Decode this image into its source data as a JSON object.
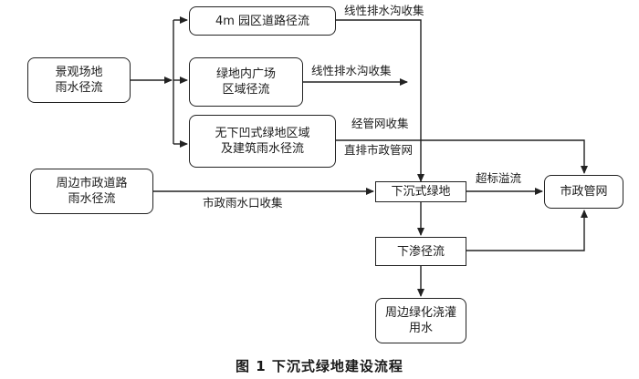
{
  "nodes": {
    "landscape_runoff": "景观场地\n雨水径流",
    "road_runoff": "4m 园区道路径流",
    "greenland_plaza_runoff": "绿地内广场\n区域径流",
    "no_sunken_runoff": "无下凹式绿地区域\n及建筑雨水径流",
    "municipal_road_runoff": "周边市政道路\n雨水径流",
    "sunken_greenland": "下沉式绿地",
    "municipal_network": "市政管网",
    "infiltration_runoff": "下渗径流",
    "irrigation_water": "周边绿化浇灌\n用水"
  },
  "labels": {
    "linear_ditch_1": "线性排水沟收集",
    "linear_ditch_2": "线性排水沟收集",
    "pipe_network_collection": "经管网收集",
    "direct_to_municipal": "直排市政管网",
    "municipal_outlet_collection": "市政雨水口收集",
    "overflow": "超标溢流"
  },
  "caption": "图 1   下沉式绿地建设流程"
}
